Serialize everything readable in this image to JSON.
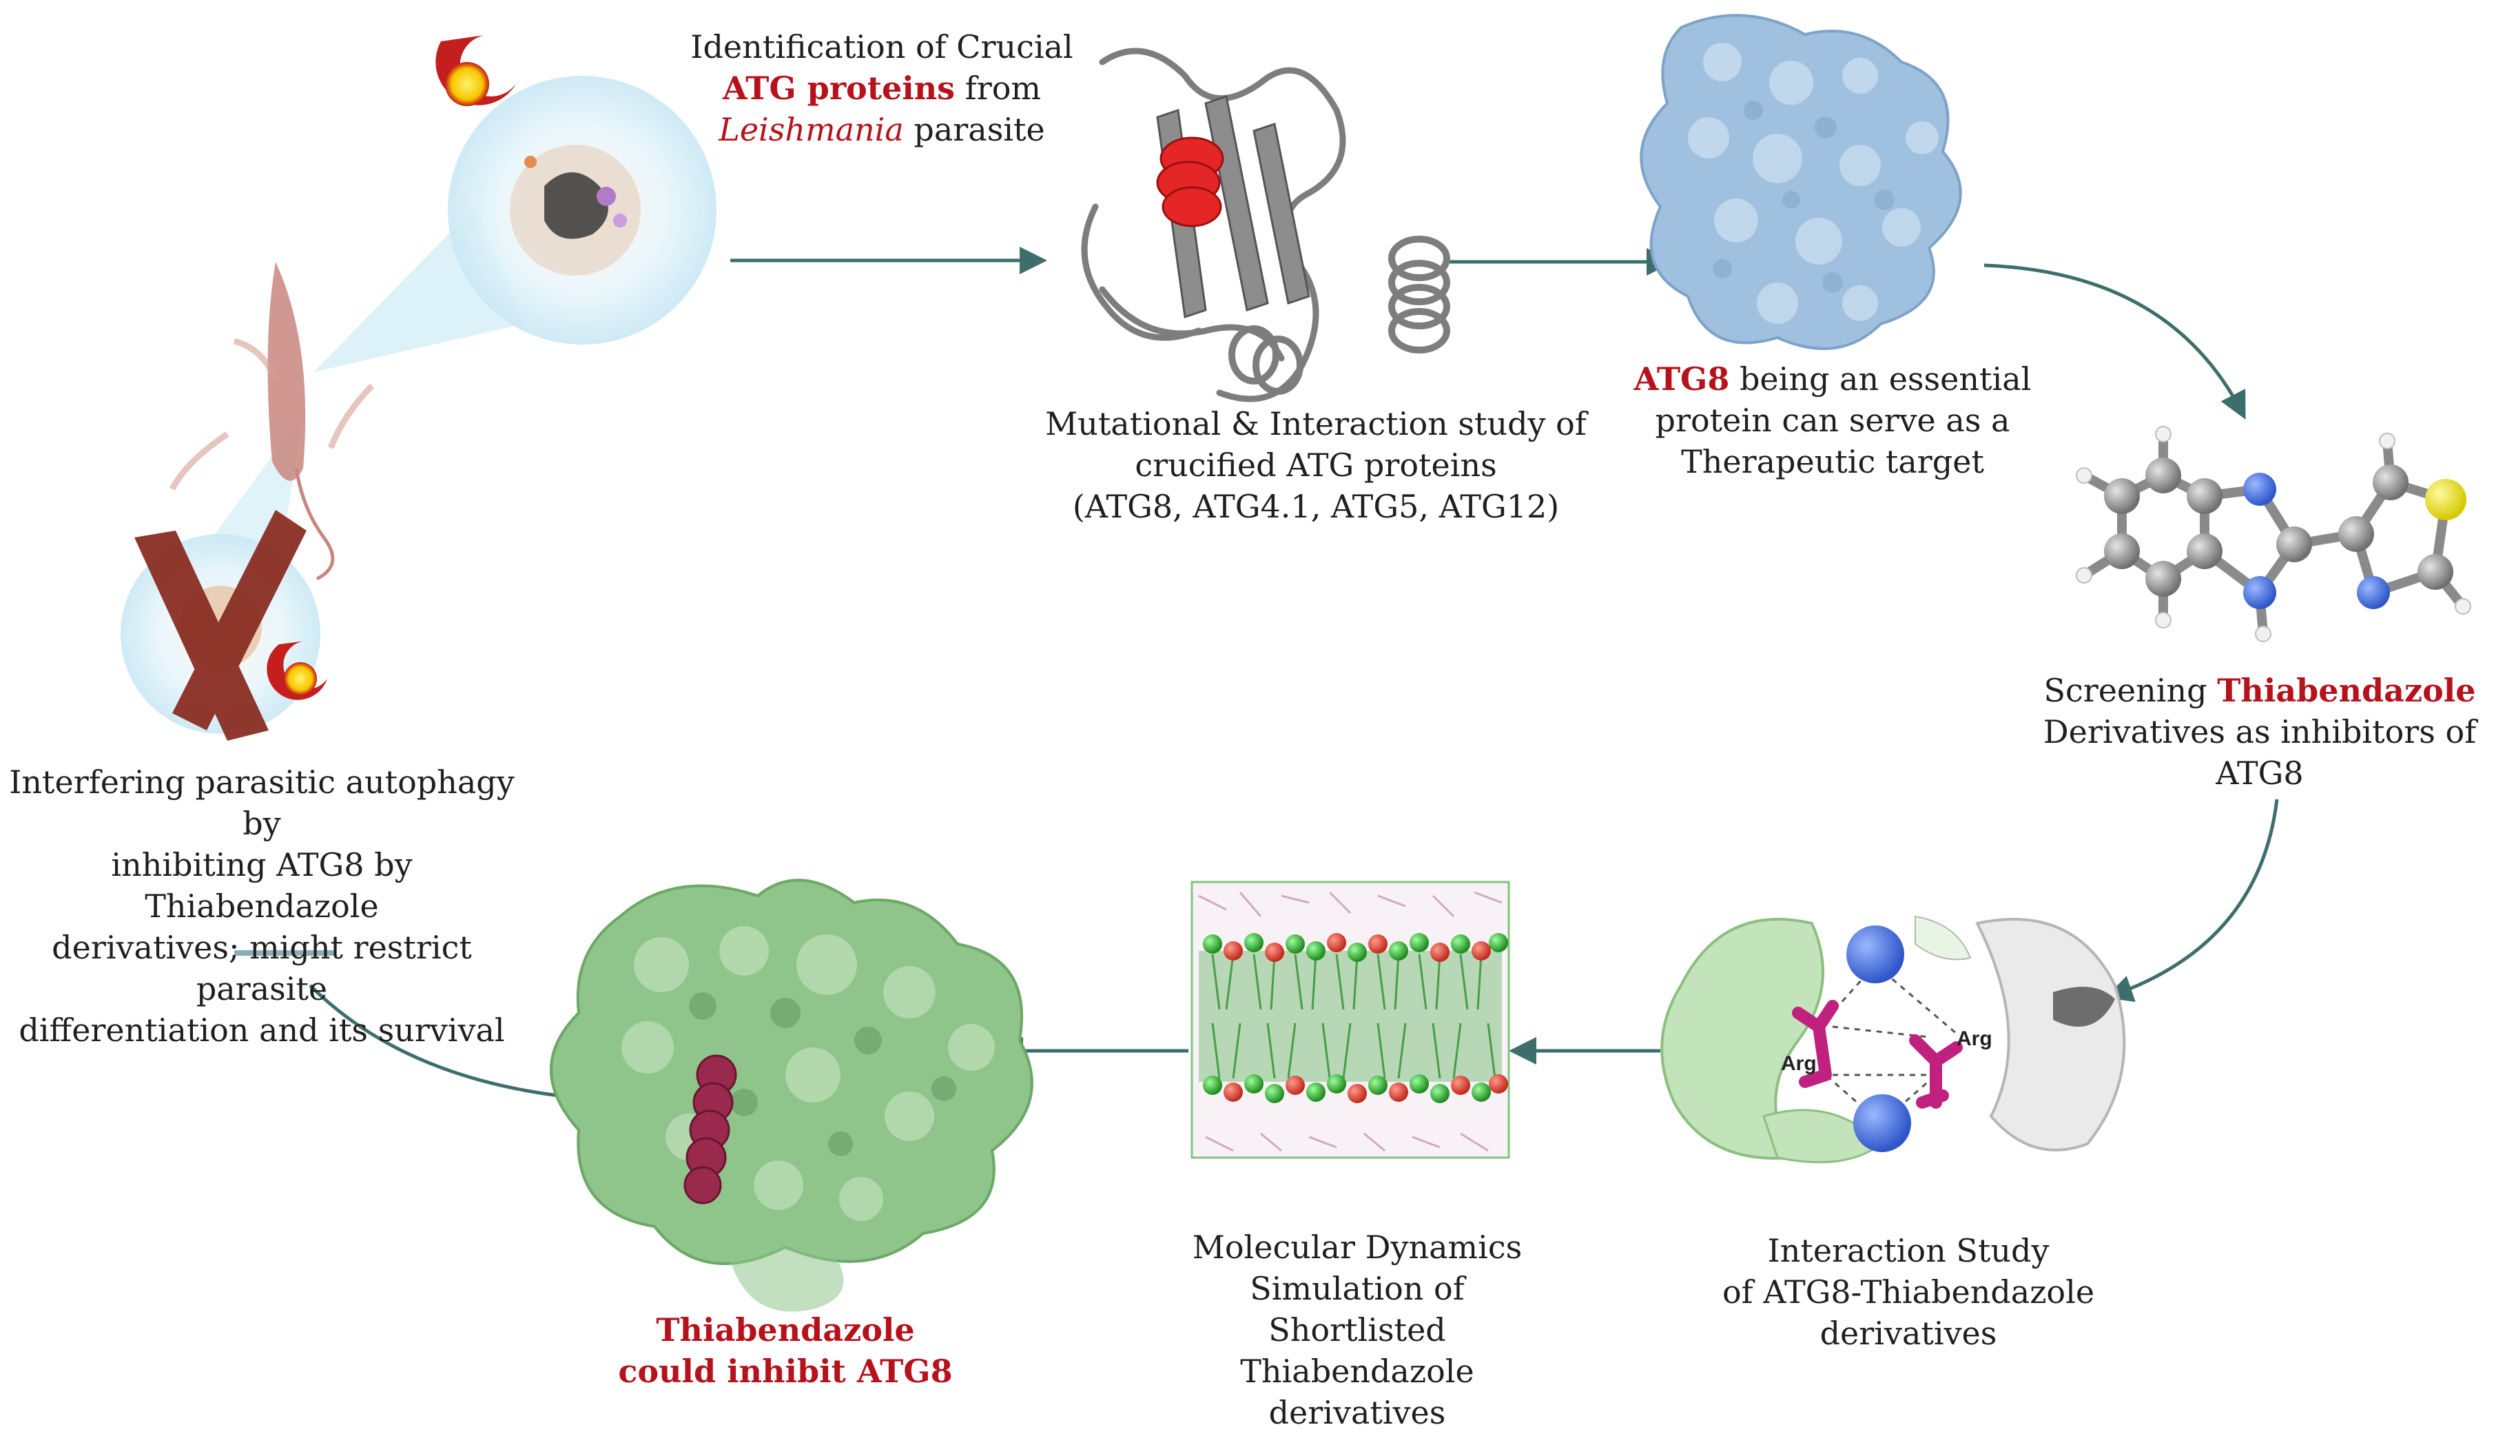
{
  "colors": {
    "accent_red": "#b5121b",
    "arrow_teal": "#3e6e6c",
    "protein_blue": "#9fc0df",
    "protein_green": "#8fc48a",
    "ribbon_grey": "#7d7d7d",
    "ligand_magenta": "#c0217e"
  },
  "step1": {
    "line1": "Identification of Crucial",
    "line2_bold": "ATG proteins",
    "line2_rest": " from",
    "line3_italic": "Leishmania",
    "line3_rest": " parasite"
  },
  "step2": {
    "line1": "Mutational & Interaction study of",
    "line2": "crucified ATG proteins",
    "line3": "(ATG8, ATG4.1, ATG5, ATG12)"
  },
  "step3": {
    "line1_bold": "ATG8",
    "line1_rest": " being an essential",
    "line2": "protein  can serve as a",
    "line3": "Therapeutic target"
  },
  "step4": {
    "line1_pre": "Screening ",
    "line1_bold": "Thiabendazole",
    "line2": "Derivatives as inhibitors of ATG8"
  },
  "step5": {
    "line1": "Interaction Study",
    "line2": "of ATG8-Thiabendazole",
    "line3": "derivatives",
    "residue_label_1": "Arg",
    "residue_label_2": "Arg"
  },
  "step6": {
    "line1": "Molecular Dynamics",
    "line2": "Simulation of",
    "line3": "Shortlisted",
    "line4": "Thiabendazole",
    "line5": "derivatives"
  },
  "step7": {
    "line1": "Thiabendazole",
    "line2": "could inhibit ATG8"
  },
  "step8": {
    "line1": "Interfering parasitic autophagy by",
    "line2": "inhibiting ATG8 by Thiabendazole",
    "line3": "derivatives; might restrict parasite",
    "line4": "differentiation and its survival"
  }
}
